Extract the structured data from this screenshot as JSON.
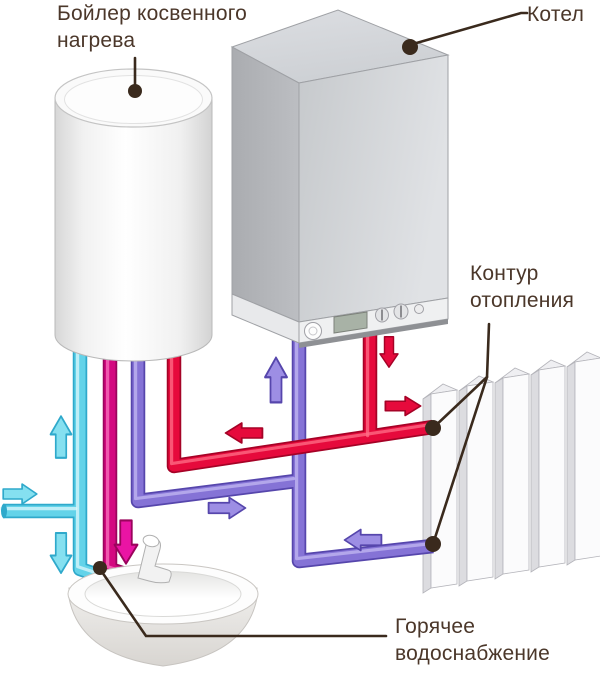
{
  "labels": {
    "indirect_boiler": "Бойлер косвенного нагрева",
    "boiler": "Котел",
    "heating_circuit": "Контур отопления",
    "dhw": "Горячее водоснабжение"
  },
  "colors": {
    "hot": "#e60a3c",
    "hot_edge": "#a50226",
    "hot_light": "#ff7088",
    "ret": "#8573d6",
    "ret_edge": "#5646ac",
    "ret_light": "#c3b8f2",
    "ret_arrow": "#9d8ee4",
    "cold": "#63d3e9",
    "cold_edge": "#2fa9cb",
    "cold_light": "#dcf7fb",
    "cold_arrow": "#85e0f0",
    "dhw": "#d30880",
    "dhw_edge": "#9a045c",
    "dhw_light": "#f873bd",
    "dhw_arrow": "#ea14a4",
    "callout": "#3a2a1d",
    "label_text": "#4b372a"
  }
}
